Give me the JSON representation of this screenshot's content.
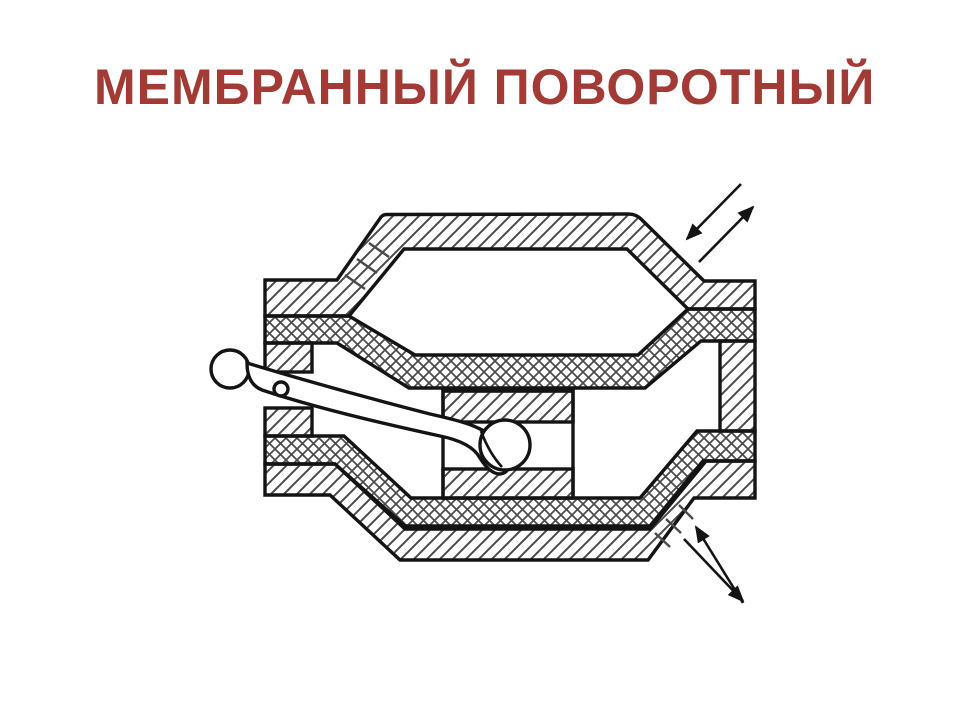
{
  "slide": {
    "title": "МЕМБРАННЫЙ ПОВОРОТНЫЙ"
  },
  "theme": {
    "title_color": "#A23B35",
    "line_color": "#141414",
    "hatch_color": "#4a4a4a",
    "background": "#ffffff"
  },
  "figure": {
    "icons": {
      "top_right": "bidirectional-flow-arrows",
      "bottom_right": "bidirectional-flow-arrows"
    }
  }
}
